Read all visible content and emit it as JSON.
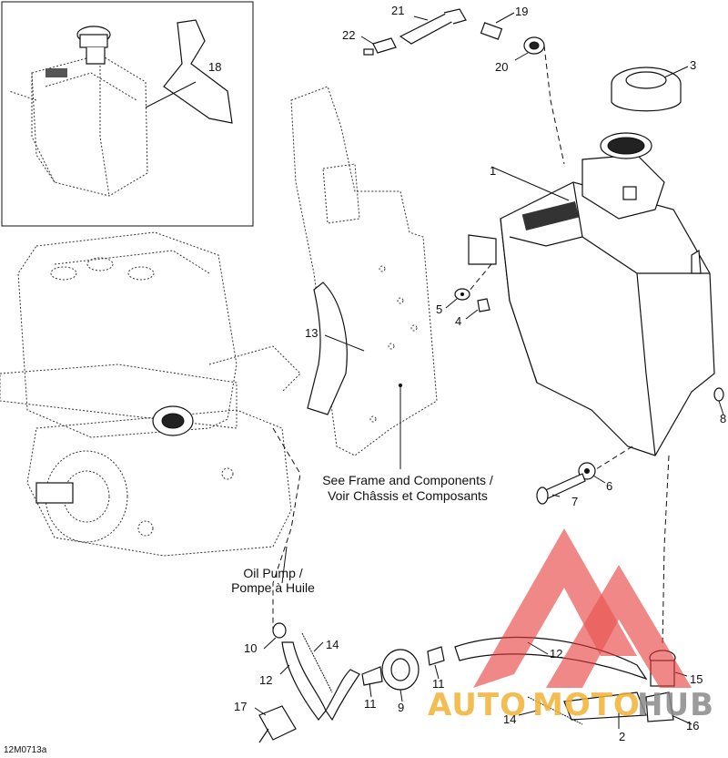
{
  "callouts": {
    "c1": "1",
    "c2": "2",
    "c3": "3",
    "c4": "4",
    "c5": "5",
    "c6": "6",
    "c7": "7",
    "c8": "8",
    "c9": "9",
    "c10": "10",
    "c11a": "11",
    "c11b": "11",
    "c12a": "12",
    "c12b": "12",
    "c13": "13",
    "c14a": "14",
    "c14b": "14",
    "c15": "15",
    "c16": "16",
    "c17": "17",
    "c18": "18",
    "c19": "19",
    "c20": "20",
    "c21": "21",
    "c22": "22"
  },
  "notes": {
    "frame_line1": "See Frame and Components /",
    "frame_line2": "Voir Châssis et Composants",
    "pump_line1": "Oil Pump /",
    "pump_line2": "Pompe à Huile"
  },
  "figure_code": "12M0713a",
  "watermark": {
    "text_left": "AUTO",
    "text_mid": "MOTO",
    "text_right": "HUB",
    "color_red": "#e53935",
    "color_gold": "#f2b233",
    "color_gray": "#8a8a8a"
  }
}
